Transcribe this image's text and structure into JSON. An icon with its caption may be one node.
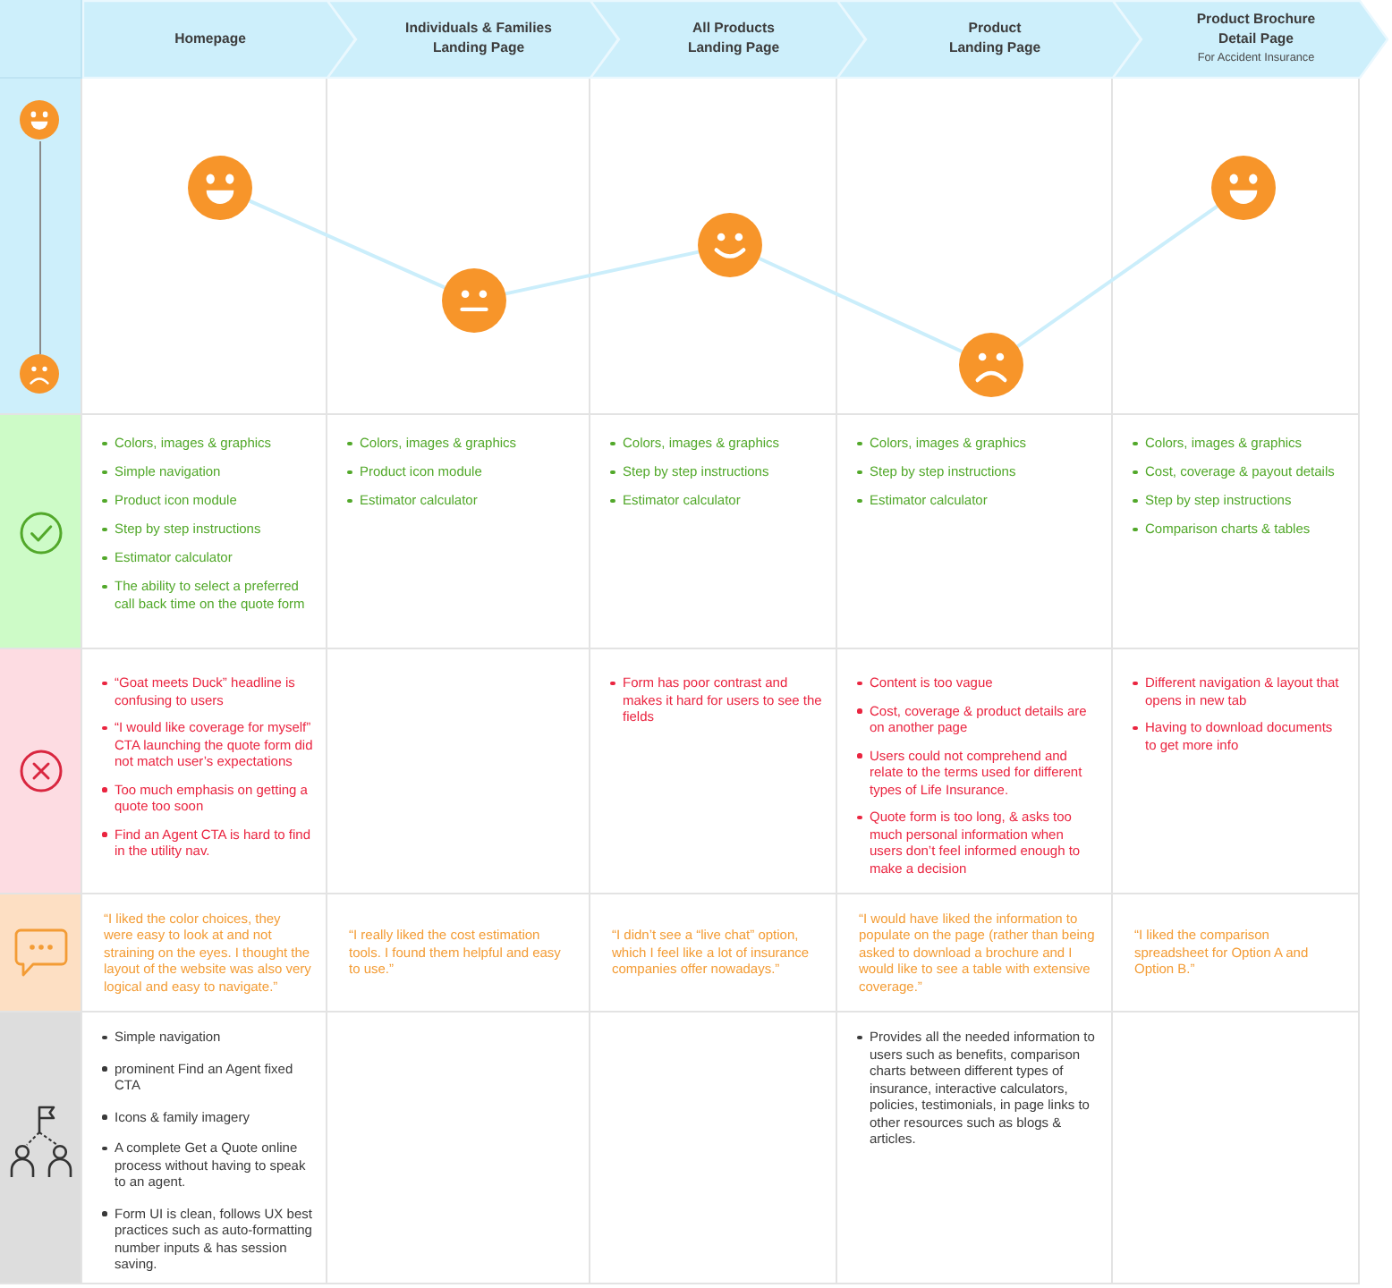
{
  "diagram": {
    "nodes": [
      {
        "text": [
          "Homepage"
        ]
      },
      {
        "text": [
          "Individuals & Families Landing Page"
        ]
      },
      {
        "text": [
          "All Products Landing Page"
        ]
      },
      {
        "text": [
          "Product Landing Page"
        ]
      },
      {
        "text": [
          "Product Brochure Detail Page",
          "For Accident Insurance"
        ]
      },
      {
        "text": [],
        "shape": "circle"
      },
      {
        "text": [],
        "shape": "circle"
      },
      {
        "text": [],
        "shape": "circle"
      },
      {
        "text": [],
        "shape": "circle"
      },
      {
        "text": [],
        "shape": "circle"
      },
      {
        "text": [
          "Colors, images & graphics",
          "Simple navigation",
          "Product icon module",
          "Step by step instructions",
          "Estimator calculator",
          "The ability to select a preferred call back time on the quote form"
        ]
      },
      {
        "text": [
          "Colors, images & graphics",
          "Product icon module",
          "Estimator calculator"
        ]
      },
      {
        "text": [
          "Colors, images & graphics",
          "Step by step instructions",
          "Estimator calculator"
        ]
      },
      {
        "text": [
          "Colors, images & graphics",
          "Step by step instructions",
          "Estimator calculator"
        ]
      },
      {
        "text": [
          "Colors, images & graphics",
          "Cost, coverage & payout details",
          "Step by step instructions",
          "Comparison charts & tables"
        ]
      },
      {
        "text": [
          "“Goat meets Duck” headline is confusing to users",
          "“I would like coverage for myself” CTA launching the quote form did not match user’s expectations",
          "Too much emphasis on getting a quote too soon",
          "Find an Agent CTA is hard to find in the utility nav."
        ]
      },
      {
        "text": [
          "Form has poor contrast and makes it hard for users to see the fields"
        ]
      },
      {
        "text": [
          "Content is too vague",
          "Cost, coverage & product details are on another page",
          "Users could not comprehend and relate to the terms used for different types of Life Insurance.",
          "Quote form is too long, & asks too much personal information when users don’t feel informed enough to make a decision"
        ]
      },
      {
        "text": [
          "Different navigation & layout that opens in new tab",
          "Having to download documents to get more info"
        ]
      },
      {
        "text": [
          "“I liked the color choices, they were easy to look at and not straining on the eyes. I thought the layout of the website was also very logical and easy to navigate.”"
        ]
      },
      {
        "text": [
          "“I really liked the cost estimation tools. I found them helpful and easy to use.”"
        ]
      },
      {
        "text": [
          "“I didn’t see a “live chat” option, which I feel like a lot of insurance companies offer nowadays.”"
        ]
      },
      {
        "text": [
          "“I would have liked the information to populate on the page (rather than being asked to download a brochure and I would like to see a table with extensive coverage.”"
        ]
      },
      {
        "text": [
          "“I liked the comparison spreadsheet for Option A and Option B.”"
        ]
      },
      {
        "text": [
          "Simple navigation",
          "prominent Find an Agent fixed CTA",
          "Icons & family imagery",
          "A complete Get a Quote online process without having to speak to an agent.",
          "Form UI is clean, follows UX best practices such as auto-formatting number inputs & has session saving."
        ]
      },
      {
        "text": [
          "Provides all the needed information to users such as benefits, comparison charts between different types of insurance, interactive calculators, policies, testimonials, in page links to other resources such as blogs & articles."
        ]
      }
    ],
    "edges": [
      {
        "from": 5,
        "to": 6,
        "arrow": "none"
      },
      {
        "from": 6,
        "to": 7,
        "arrow": "none"
      },
      {
        "from": 7,
        "to": 8,
        "arrow": "none"
      },
      {
        "from": 8,
        "to": 9,
        "arrow": "none"
      }
    ]
  }
}
